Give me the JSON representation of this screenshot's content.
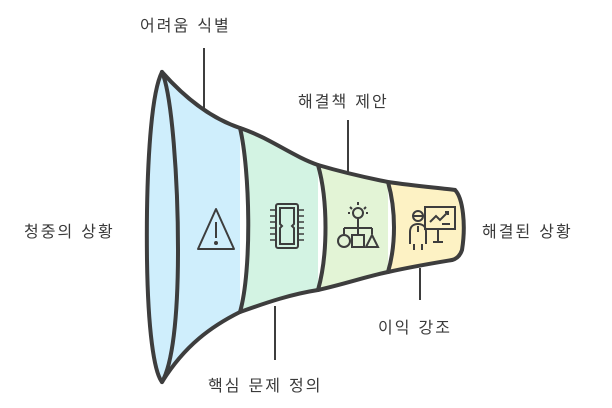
{
  "diagram": {
    "type": "funnel",
    "colors": {
      "stroke": "#3d3d3d",
      "stage1_fill": "#cfeefc",
      "stage2_fill": "#d3f3e3",
      "stage3_fill": "#e3f4d6",
      "stage4_fill": "#fdf2c4"
    },
    "input_label": "청중의 상황",
    "output_label": "해결된 상황",
    "stages": [
      {
        "label": "어려움 식별",
        "icon": "warning-triangle-icon"
      },
      {
        "label": "핵심 문제 정의",
        "icon": "chip-icon"
      },
      {
        "label": "해결책 제안",
        "icon": "idea-structure-icon"
      },
      {
        "label": "이익 강조",
        "icon": "presenter-chart-icon"
      }
    ]
  }
}
